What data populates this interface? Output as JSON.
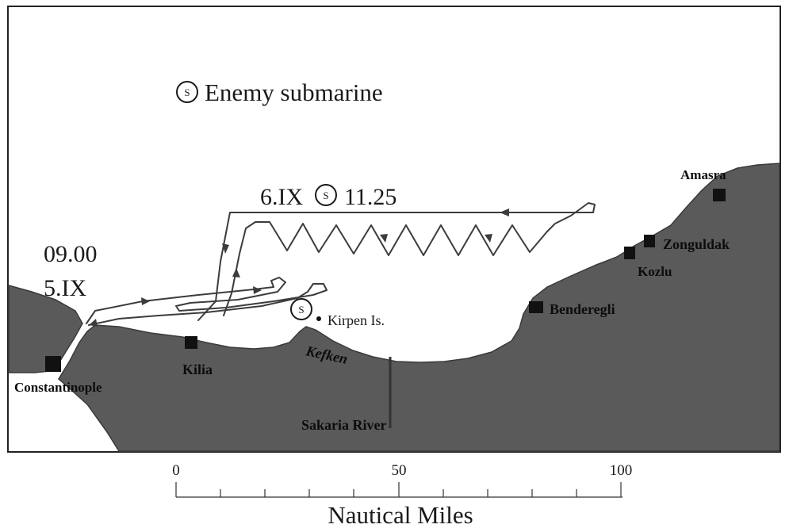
{
  "legend": {
    "symbol_letter": "S",
    "label": "Enemy submarine"
  },
  "annotations": {
    "start_time": "09.00",
    "start_date": "5.IX",
    "sighting_date": "6.IX",
    "sighting_time": "11.25"
  },
  "places": {
    "amasra": "Amasra",
    "zonguldak": "Zonguldak",
    "kozlu": "Kozlu",
    "benderegli": "Benderegli",
    "kirpen": "Kirpen Is.",
    "kefken": "Kefken",
    "kilia": "Kilia",
    "constantinople": "Constantinople",
    "sakaria": "Sakaria River"
  },
  "scale": {
    "title": "Nautical Miles",
    "ticks": [
      "0",
      "50",
      "100"
    ]
  },
  "colors": {
    "land": "#5a5a5a",
    "route": "#3c3c3c",
    "sea": "#ffffff"
  }
}
